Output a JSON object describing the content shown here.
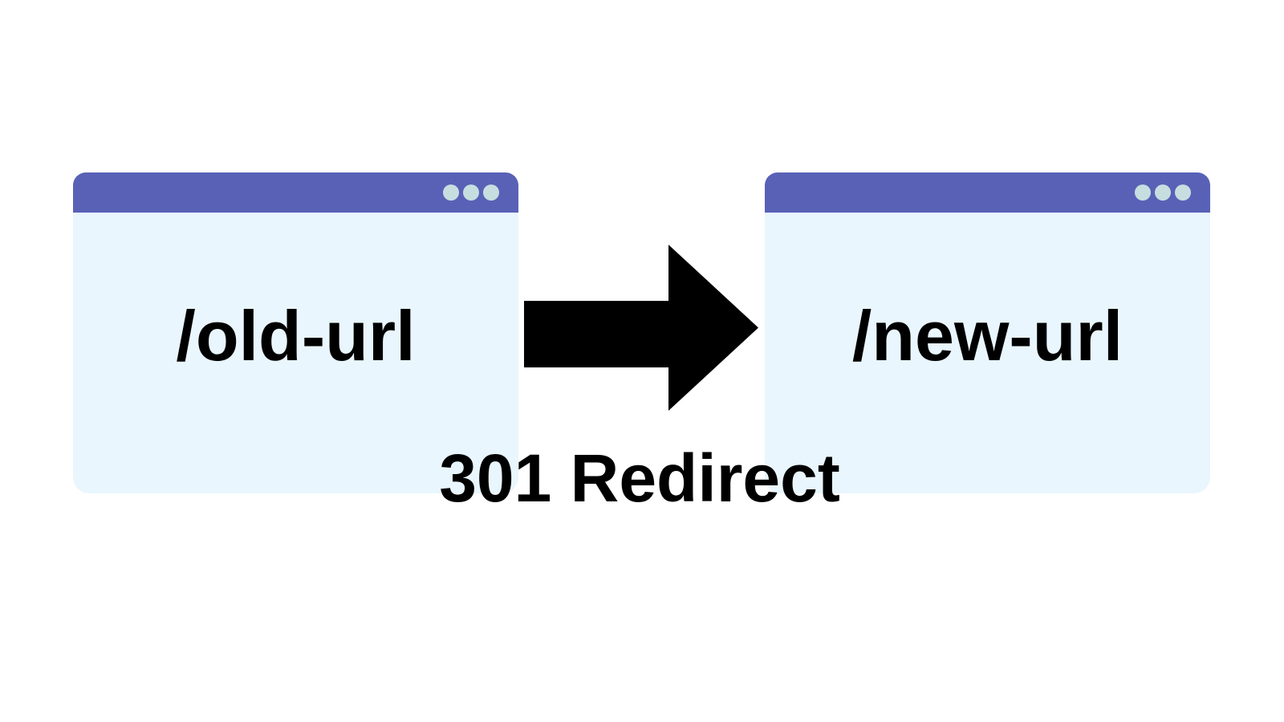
{
  "diagram": {
    "caption": "301 Redirect",
    "windows": [
      {
        "id": "old",
        "label": "/old-url"
      },
      {
        "id": "new",
        "label": "/new-url"
      }
    ],
    "icons": {
      "window_controls": "three-dots-icon",
      "arrow": "right-arrow-icon"
    },
    "colors": {
      "titlebar": "#5961b7",
      "window_body": "#e9f6fd",
      "dots": "#c7dee0",
      "arrow": "#000000",
      "background": "#ffffff",
      "text": "#000000"
    }
  }
}
